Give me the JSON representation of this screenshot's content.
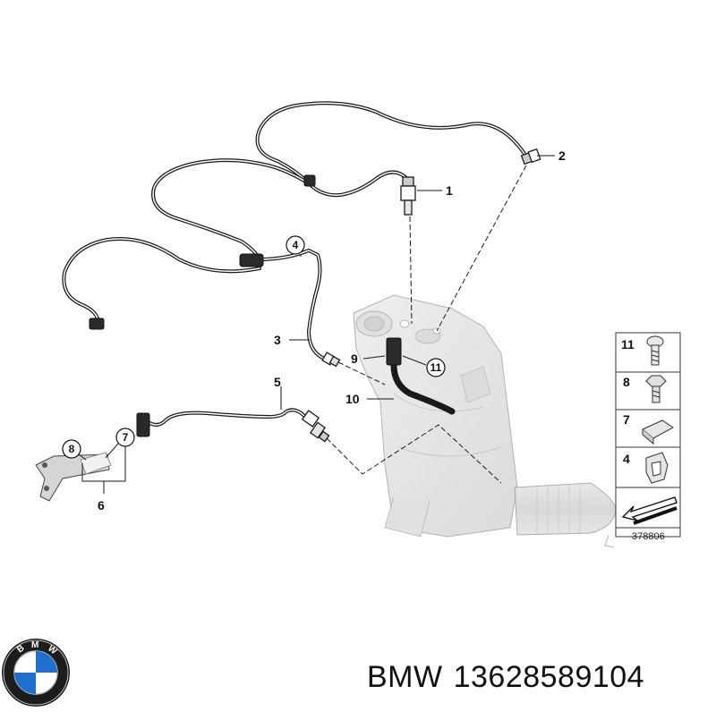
{
  "callouts": {
    "c1": "1",
    "c2": "2",
    "c3": "3",
    "c4": "4",
    "c5": "5",
    "c6": "6",
    "c7": "7",
    "c8": "8",
    "c9": "9",
    "c10": "10",
    "c11": "11"
  },
  "legend": {
    "items": [
      {
        "number": "11",
        "icon": "screw-icon"
      },
      {
        "number": "8",
        "icon": "hex-bolt-icon"
      },
      {
        "number": "7",
        "icon": "clip-icon"
      },
      {
        "number": "4",
        "icon": "cable-holder-icon"
      }
    ]
  },
  "diagram_code": "378806",
  "caption": {
    "brand": "BMW",
    "part_number": "13628589104"
  },
  "colors": {
    "line": "#1a1a1a",
    "part_fill": "#dcdcdc",
    "logo_blue": "#1f6fd1"
  }
}
